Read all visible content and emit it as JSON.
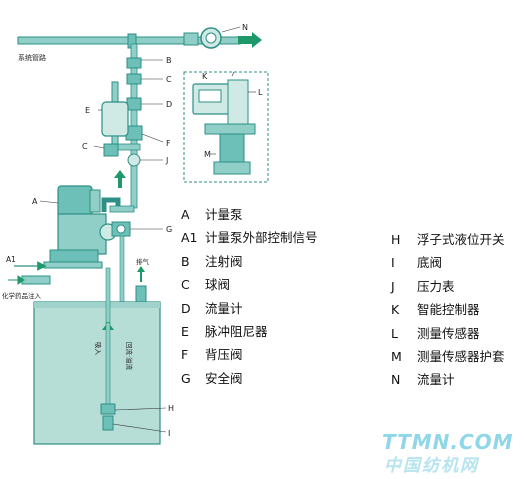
{
  "diagram": {
    "pipe_label": "系统管路",
    "vent_label": "排气",
    "inlet_label": "化学药品注入",
    "suction_label": "吸入",
    "return_label": "回流·溢流",
    "callouts": {
      "N": "N",
      "B": "B",
      "C_top": "C",
      "D": "D",
      "E": "E",
      "C_left": "C",
      "F": "F",
      "J": "J",
      "K": "K",
      "L": "L",
      "M": "M",
      "A": "A",
      "G": "G",
      "A1": "A1",
      "H": "H",
      "I": "I"
    }
  },
  "legend_left": [
    {
      "key": "A",
      "text": "计量泵"
    },
    {
      "key": "A1",
      "text": "计量泵外部控制信号"
    },
    {
      "key": "B",
      "text": "注射阀"
    },
    {
      "key": "C",
      "text": "球阀"
    },
    {
      "key": "D",
      "text": "流量计"
    },
    {
      "key": "E",
      "text": "脉冲阻尼器"
    },
    {
      "key": "F",
      "text": "背压阀"
    },
    {
      "key": "G",
      "text": "安全阀"
    }
  ],
  "legend_right": [
    {
      "key": "H",
      "text": "浮子式液位开关"
    },
    {
      "key": "I",
      "text": "底阀"
    },
    {
      "key": "J",
      "text": "压力表"
    },
    {
      "key": "K",
      "text": "智能控制器"
    },
    {
      "key": "L",
      "text": "测量传感器"
    },
    {
      "key": "M",
      "text": "测量传感器护套"
    },
    {
      "key": "N",
      "text": "流量计"
    }
  ],
  "watermark": {
    "line1": "TTMN.COM",
    "line2": "中国纺机网"
  },
  "colors": {
    "pipe": "#2d8f86",
    "pipe_light": "#6cc0b8",
    "tank": "#b7ddd7",
    "arrow": "#1e9a6a"
  }
}
